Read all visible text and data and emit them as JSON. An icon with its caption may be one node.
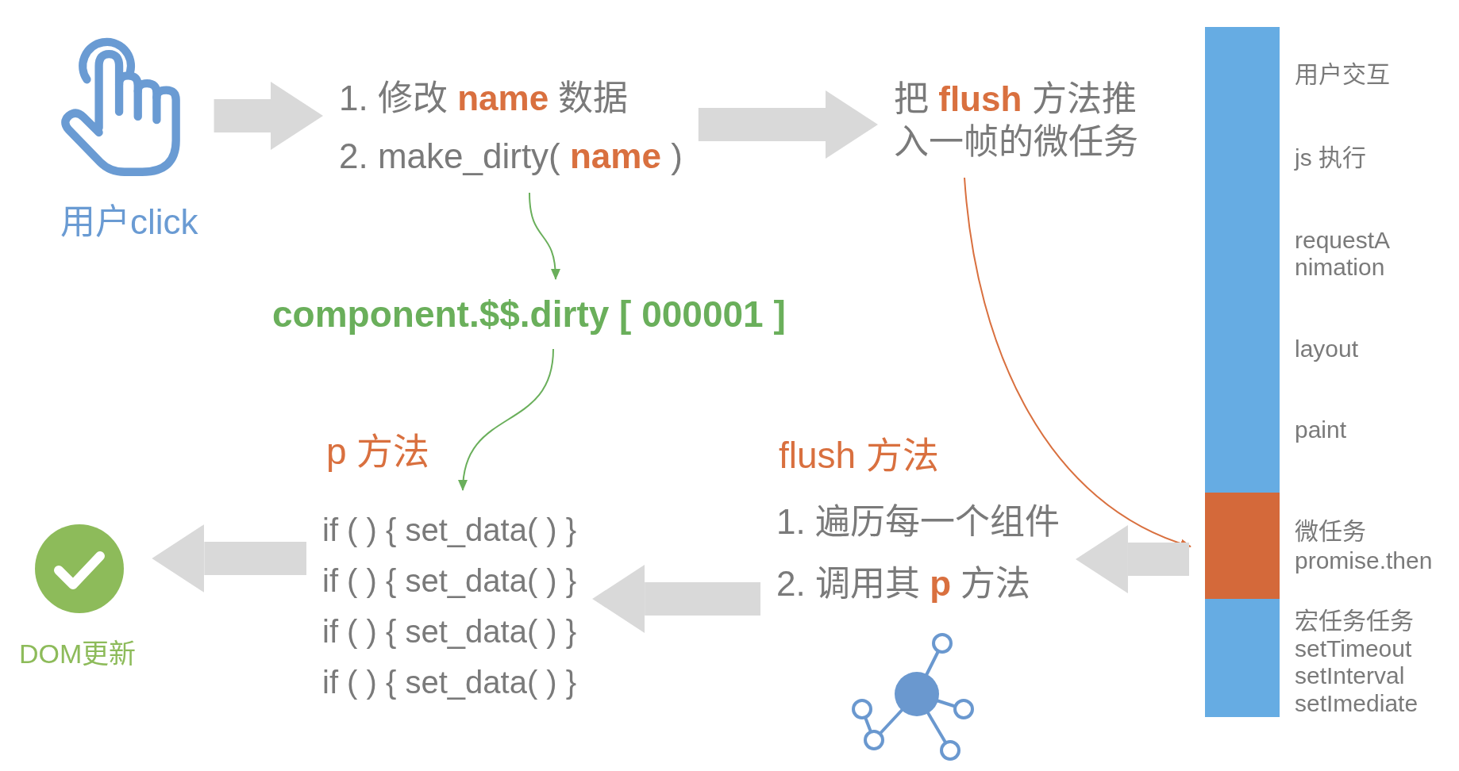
{
  "diagram": {
    "nodes": [
      {
        "text": [
          "用户click"
        ]
      },
      {
        "text": [
          "1. 修改 **name** 数据",
          "2. make_dirty( **name** )"
        ]
      },
      {
        "text": [
          "把 **flush** 方法推入一帧的微任务"
        ]
      },
      {
        "text": [],
        "shape": "bar",
        "beside": [
          "用户交互",
          "js 执行",
          "requestAnimation",
          "layout",
          "paint"
        ]
      },
      {
        "text": [],
        "shape": "bar",
        "beside": [
          "微任务 promise.then"
        ]
      },
      {
        "text": [],
        "shape": "bar",
        "beside": [
          "宏任务任务 setTimeout setInterval setImediate"
        ]
      },
      {
        "text": [
          "component.$$.dirty [ 000001 ]"
        ]
      },
      {
        "text": [
          "DOM更新"
        ]
      },
      {
        "text": [
          "if ( ) { set_data( ) }",
          "if ( ) { set_data( ) }",
          "if ( ) { set_data( ) }",
          "if ( ) { set_data( ) }"
        ],
        "beside": [
          "p 方法"
        ]
      },
      {
        "text": [
          "1. 遍历每一个组件",
          "2. 调用其 **p** 方法"
        ],
        "beside": [
          "flush 方法"
        ]
      }
    ],
    "edges": [
      {
        "from": 0,
        "to": 1,
        "arrow": "to"
      },
      {
        "from": 1,
        "to": 2,
        "arrow": "to"
      },
      {
        "from": 1,
        "to": 6,
        "arrow": "to",
        "color": "#6aaf5b"
      },
      {
        "from": 2,
        "to": 4,
        "arrow": "to",
        "color": "#d9703f"
      },
      {
        "from": 6,
        "to": 8,
        "arrow": "to",
        "color": "#6aaf5b"
      },
      {
        "from": 4,
        "to": 9,
        "arrow": "to"
      },
      {
        "from": 9,
        "to": 8,
        "arrow": "to"
      },
      {
        "from": 8,
        "to": 7,
        "arrow": "to"
      }
    ]
  }
}
